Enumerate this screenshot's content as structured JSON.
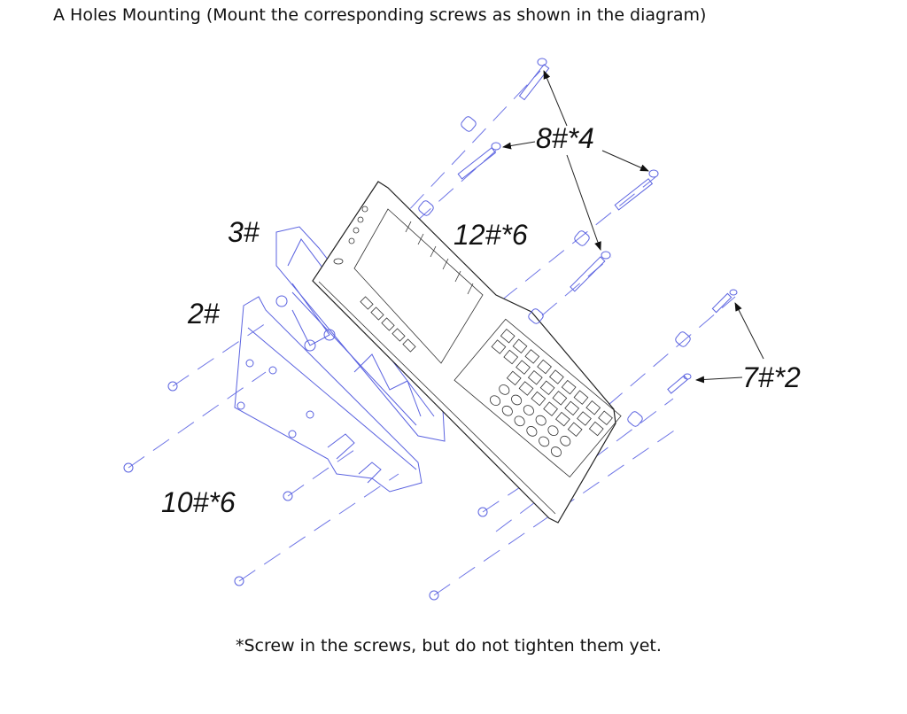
{
  "title": "A Holes Mounting (Mount the corresponding screws as shown in the diagram)",
  "labels": {
    "screw_8": "8#*4",
    "screw_12": "12#*6",
    "part_3": "3#",
    "part_2": "2#",
    "screw_7": "7#*2",
    "screw_10": "10#*6"
  },
  "note": "*Screw in the screws, but do not tighten them yet."
}
